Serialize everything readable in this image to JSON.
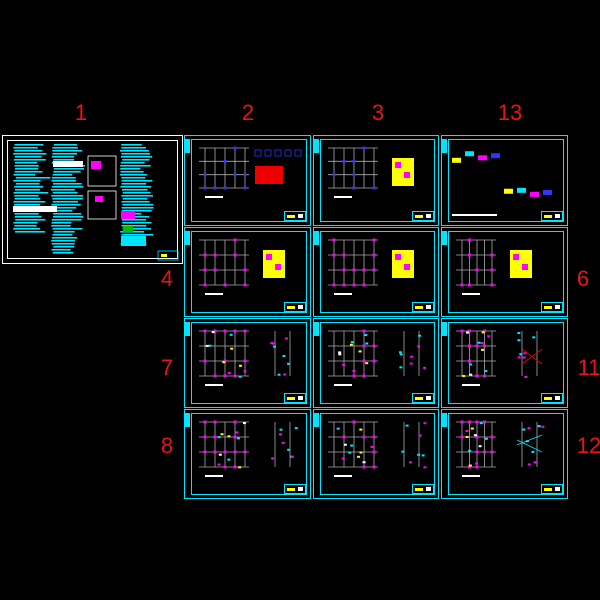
{
  "drawing": {
    "sheet_numbers": [
      "1",
      "2",
      "3",
      "13",
      "4",
      "6",
      "7",
      "11",
      "8",
      "12"
    ]
  },
  "colors": {
    "background": "#000000",
    "frame": "#00e5ff",
    "label": "#e8141c"
  }
}
